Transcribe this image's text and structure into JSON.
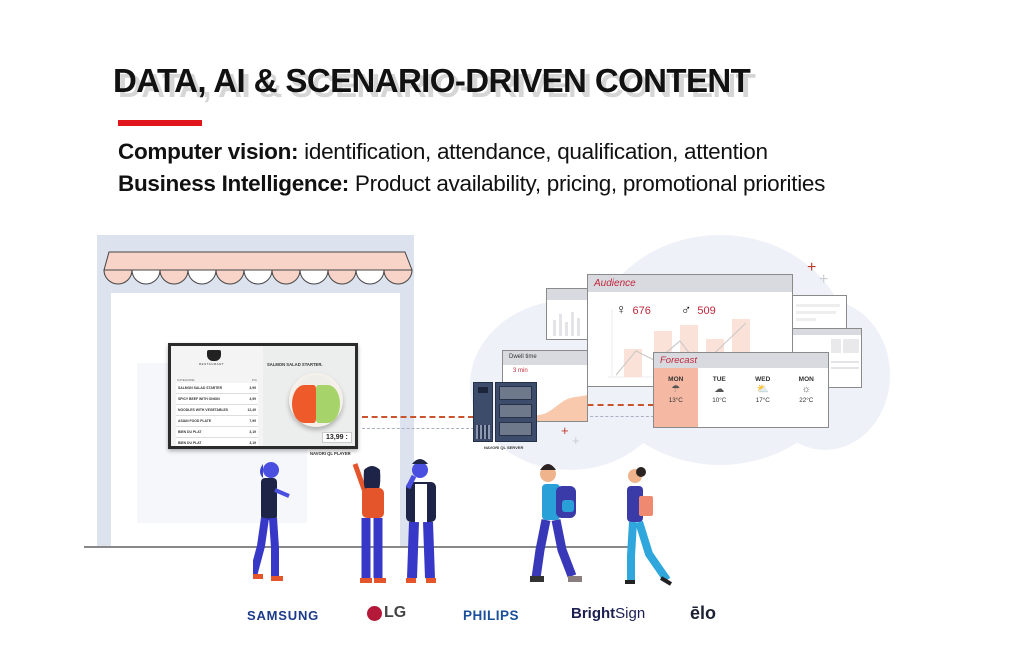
{
  "header": {
    "title": "DATA, AI & SCENARIO-DRIVEN CONTENT",
    "accent_color": "#e1151c"
  },
  "bullets": [
    {
      "label": "Computer vision:",
      "text": " identification, attendance, qualification, attention"
    },
    {
      "label": "Business Intelligence:",
      "text": " Product availability, pricing, promotional priorities"
    }
  ],
  "screen": {
    "logo_text": "RESTAURANT",
    "menu_header": {
      "name": "CATEGORIE",
      "price": "Prix"
    },
    "menu_items": [
      {
        "name": "SALMON SALAD STARTER",
        "price": "3,99"
      },
      {
        "name": "SPICY BEEF WITH ONION",
        "price": "4,99"
      },
      {
        "name": "NOODLES WITH VEGETABLES",
        "price": "12,49"
      },
      {
        "name": "ASIAN FOOD PLATE",
        "price": "7,99"
      },
      {
        "name": "BIEN DU PLAT",
        "price": "3,19"
      },
      {
        "name": "BIEN DU PLAT",
        "price": "3,19"
      }
    ],
    "featured_title": "SALMON SALAD STARTER.",
    "featured_price": "13,99 :",
    "player_label": "NAVORI QL PLAYER"
  },
  "server": {
    "label": "NAVORI QL SERVER"
  },
  "dwell_panel": {
    "title": "Dwell time",
    "value": "3 min"
  },
  "audience_panel": {
    "title": "Audience",
    "female_symbol": "♀",
    "female_count": "676",
    "male_symbol": "♂",
    "male_count": "509"
  },
  "forecast_panel": {
    "title": "Forecast",
    "days": [
      {
        "day": "MON",
        "icon": "rain-cloud-icon",
        "glyph": "☂",
        "temp": "13°C",
        "active": true
      },
      {
        "day": "TUE",
        "icon": "drizzle-icon",
        "glyph": "☁",
        "temp": "10°C",
        "active": false
      },
      {
        "day": "WED",
        "icon": "partly-cloudy-icon",
        "glyph": "⛅",
        "temp": "17°C",
        "active": false
      },
      {
        "day": "MON",
        "icon": "sun-icon",
        "glyph": "☼",
        "temp": "22°C",
        "active": false
      }
    ]
  },
  "brands": {
    "samsung": "SAMSUNG",
    "lg": "LG",
    "philips": "PHILIPS",
    "brightsign_bold": "Bright",
    "brightsign_light": "Sign",
    "elo": "ēlo"
  }
}
